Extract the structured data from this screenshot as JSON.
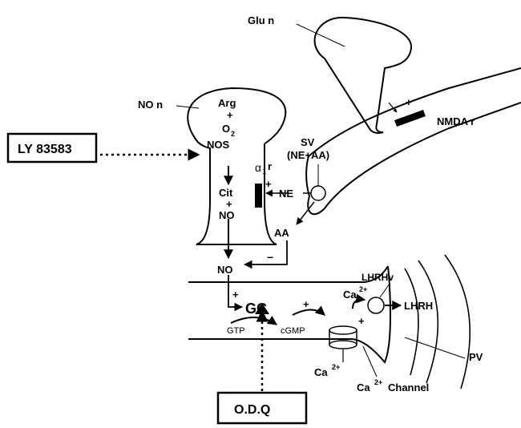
{
  "neurons": {
    "glu": "Glu n",
    "no": "NO n",
    "nmda": "NMDA r"
  },
  "no_neuron": {
    "arg": "Arg",
    "plus1": "+",
    "o2": "O",
    "o2_sub": "2",
    "nos": "NOS",
    "cit": "Cit",
    "plus2": "+",
    "no_product": "NO",
    "receptor_alpha": "α",
    "receptor_sub": "1",
    "receptor_r": "r",
    "receptor_plus": "+"
  },
  "vesicle": {
    "sv": "SV",
    "contents": "(NE+AA)",
    "ne": "NE",
    "aa": "AA",
    "nmda_plus": "+"
  },
  "lhrh_terminal": {
    "no": "NO",
    "minus": "−",
    "plus_gc": "+",
    "gc": "GC",
    "gtp": "GTP",
    "cgmp": "cGMP",
    "plus_cgmp": "+",
    "ca_top": "Ca",
    "ca_top_sup": "2+",
    "plus_channel": "+",
    "lhrhv": "LHRHv",
    "lhrh": "LHRH",
    "pv": "PV",
    "ca_bottom": "Ca",
    "ca_bottom_sup": "2+",
    "channel_ca": "Ca",
    "channel_sup": "2+",
    "channel_label": "Channel"
  },
  "inhibitors": {
    "ly": "LY 83583",
    "odq": "O.D.Q"
  }
}
